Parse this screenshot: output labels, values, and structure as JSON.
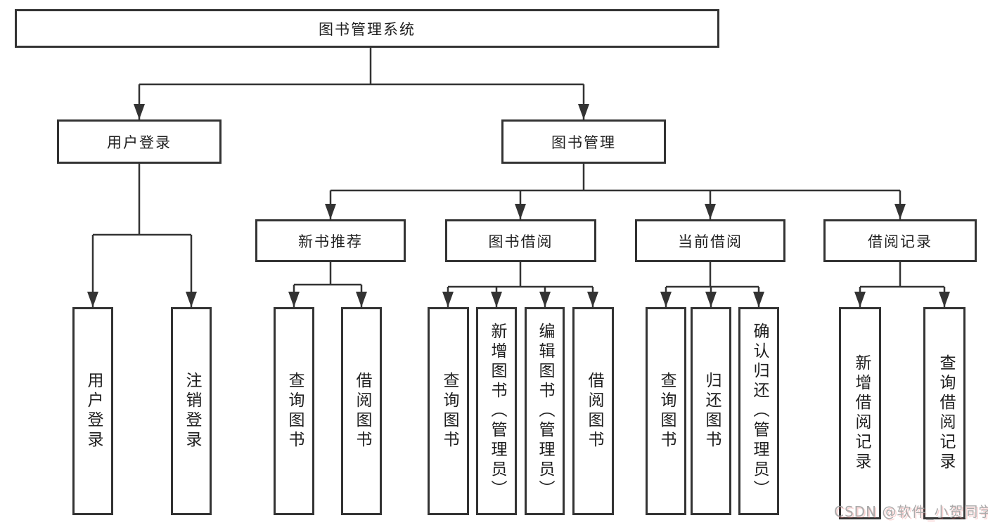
{
  "colors": {
    "line": "#333333",
    "box_border": "#333333",
    "text": "#1f1f1f",
    "watermark_gray": "#a3a3a3",
    "background": "#ffffff"
  },
  "tree": {
    "root": {
      "label": "图书管理系统"
    },
    "branches": [
      {
        "label": "用户登录",
        "children": [
          "用户登录",
          "注销登录"
        ]
      },
      {
        "label": "图书管理",
        "groups": [
          {
            "label": "新书推荐",
            "children": [
              "查询图书",
              "借阅图书"
            ]
          },
          {
            "label": "图书借阅",
            "children": [
              "查询图书",
              "新增图书（管理员）",
              "编辑图书（管理员）",
              "借阅图书"
            ]
          },
          {
            "label": "当前借阅",
            "children": [
              "查询图书",
              "归还图书",
              "确认归还（管理员）"
            ]
          },
          {
            "label": "借阅记录",
            "children": [
              "新增借阅记录",
              "查询借阅记录"
            ]
          }
        ]
      }
    ]
  },
  "watermark": {
    "text": "CSDN @软件_小贺同学"
  }
}
